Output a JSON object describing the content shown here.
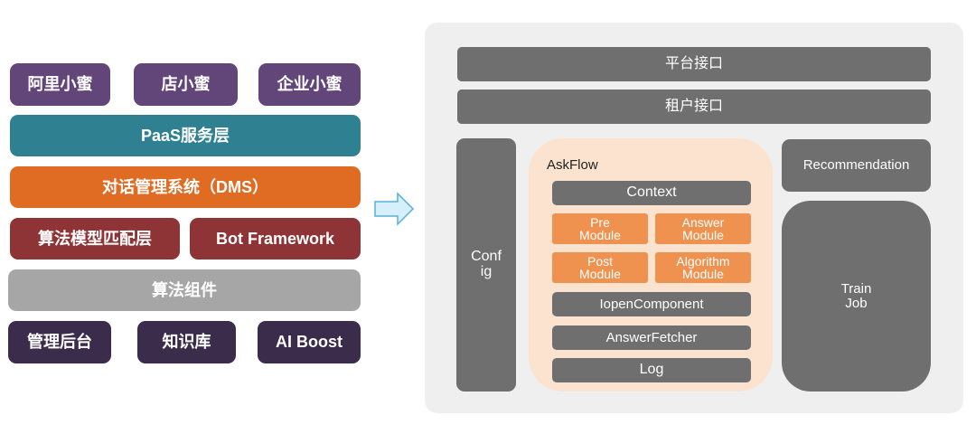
{
  "left_stack": {
    "apps": [
      "阿里小蜜",
      "店小蜜",
      "企业小蜜"
    ],
    "paas": "PaaS服务层",
    "dms": "对话管理系统（DMS）",
    "algo_match": "算法模型匹配层",
    "bot_framework": "Bot Framework",
    "algo_components": "算法组件",
    "bottom": [
      "管理后台",
      "知识库",
      "AI Boost"
    ]
  },
  "right_panel": {
    "platform_api": "平台接口",
    "tenant_api": "租户接口",
    "config": "Conf\nig",
    "askflow": {
      "title": "AskFlow",
      "context": "Context",
      "modules": [
        "Pre\nModule",
        "Answer\nModule",
        "Post\nModule",
        "Algorithm\nModule"
      ],
      "iopen": "IopenComponent",
      "answer_fetcher": "AnswerFetcher",
      "log": "Log"
    },
    "recommendation": "Recommendation",
    "train_job": "Train\nJob"
  },
  "colors": {
    "app_purple": "#62467a",
    "paas_teal": "#2f8192",
    "dms_orange": "#e06b22",
    "algo_red": "#8f3436",
    "component_gray": "#a6a6a6",
    "bottom_dark": "#3a2c4a",
    "module_orange": "#f0924f",
    "module_gray": "#6f6f6f",
    "askflow_bg": "#fce3cf",
    "panel_bg": "#efefef",
    "arrow_fill": "#d6f0fb",
    "arrow_stroke": "#5aafd8"
  }
}
